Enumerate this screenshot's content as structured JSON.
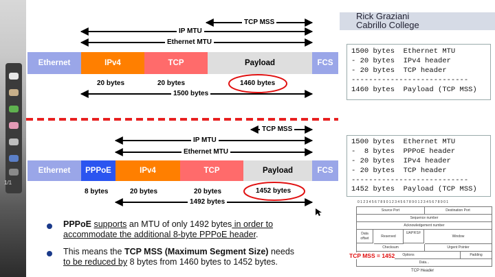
{
  "author": {
    "name": "Rick Graziani",
    "college": "Cabrillo College"
  },
  "toolbar": {
    "counter": "1/1"
  },
  "diagram1": {
    "top_labels": {
      "tcp_mss": "TCP MSS",
      "ip_mtu": "IP MTU",
      "ethernet_mtu": "Ethernet MTU"
    },
    "segments": {
      "ethernet": "Ethernet",
      "ipv4": "IPv4",
      "tcp": "TCP",
      "payload": "Payload",
      "fcs": "FCS"
    },
    "bottom_labels": {
      "ipv4_bytes": "20 bytes",
      "tcp_bytes": "20 bytes",
      "payload_bytes": "1460 bytes",
      "total_bytes": "1500 bytes"
    }
  },
  "diagram2": {
    "top_labels": {
      "tcp_mss": "TCP MSS",
      "ip_mtu": "IP MTU",
      "ethernet_mtu": "Ethernet MTU"
    },
    "segments": {
      "ethernet": "Ethernet",
      "pppoe": "PPPoE",
      "ipv4": "IPv4",
      "tcp": "TCP",
      "payload": "Payload",
      "fcs": "FCS"
    },
    "bottom_labels": {
      "pppoe_bytes": "8 bytes",
      "ipv4_bytes": "20 bytes",
      "tcp_bytes": "20 bytes",
      "payload_bytes": "1452 bytes",
      "total_bytes": "1492 bytes"
    }
  },
  "calc1": [
    "1500 bytes  Ethernet MTU",
    "- 20 bytes  IPv4 header",
    "- 20 bytes  TCP header",
    "---------------------------",
    "1460 bytes  Payload (TCP MSS)"
  ],
  "calc2": [
    "1500 bytes  Ethernet MTU",
    "-  8 bytes  PPPoE header",
    "- 20 bytes  IPv4 header",
    "- 20 bytes  TCP header",
    "---------------------------",
    "1452 bytes  Payload (TCP MSS)"
  ],
  "bullets": {
    "b1": {
      "bold": "PPPoE",
      "u1": "supports",
      "t1": " an MTU of only 1492 bytes",
      "u2": " in order to",
      "u3": "accommodate the additional 8-byte PPPoE header",
      "t2": "."
    },
    "b2": {
      "t1": "This means the ",
      "bold": "TCP MSS (Maximum Segment Size)",
      "t2": " needs",
      "u1": "to be reduced by",
      "t3": " 8 bytes from 1460 bytes to 1452 bytes",
      "t4": "."
    }
  },
  "tcp_header": {
    "ruler": "0 1 2 3 4 5 6 7 8 9 0 1 2 3 4 5 6 7 8 9 0 1 2 3 4 5 6 7 8 9 0 1",
    "source_port": "Source Port",
    "destination_port": "Destination Port",
    "sequence_number": "Sequence number",
    "ack_number": "Acknowledgement number",
    "data_offset": "Data offset",
    "reserved": "Reserved",
    "flags": "U A P R S F",
    "window": "Window",
    "checksum": "Checksum",
    "urgent_pointer": "Urgent Pointer",
    "options": "Options",
    "padding": "Padding",
    "data": "Data...",
    "caption": "TCP Header",
    "mss_callout": "TCP MSS = 1452"
  },
  "colors": {
    "ethernet": "#9aa6e8",
    "ipv4": "#ff7f00",
    "tcp": "#ff6b6b",
    "payload": "#dedede",
    "fcs": "#9aa6e8",
    "pppoe": "#2b55f0",
    "divider": "#e82020",
    "ellipse": "#e01010"
  }
}
